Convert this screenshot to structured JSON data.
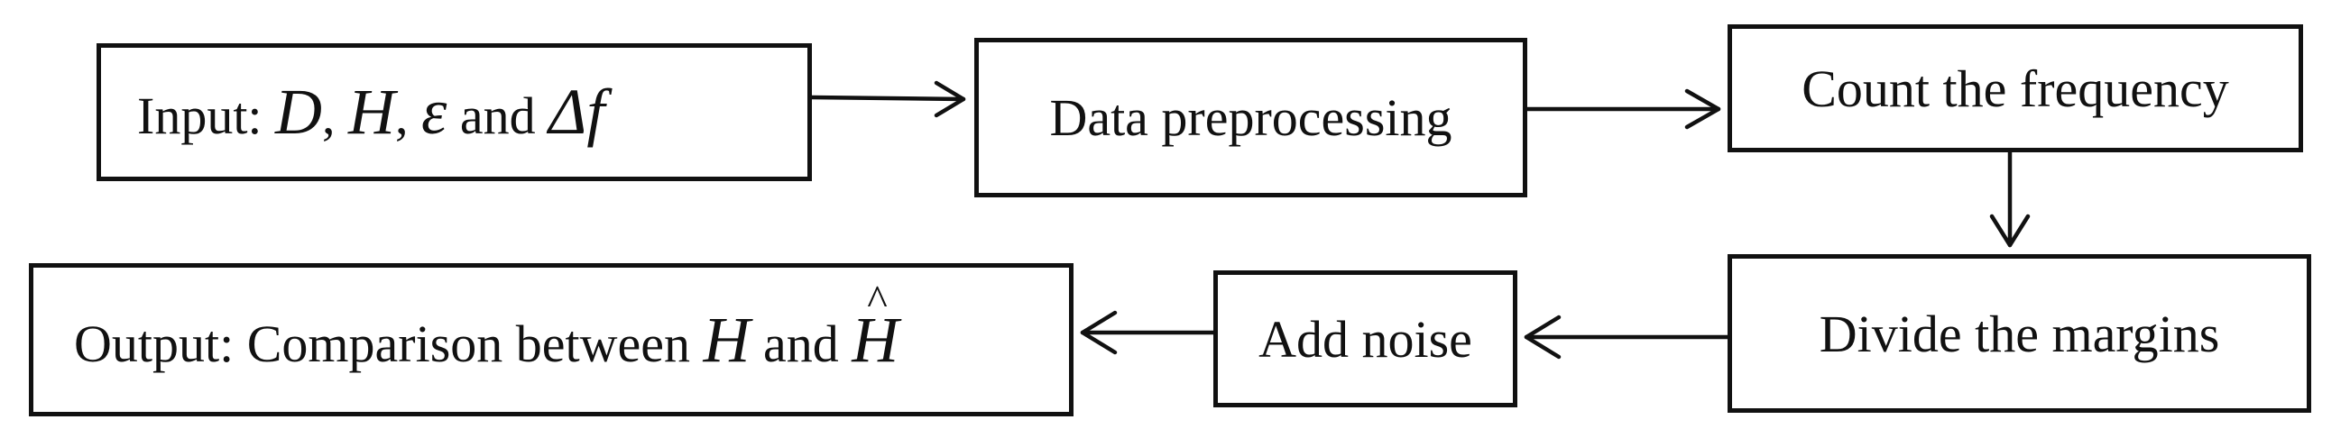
{
  "nodes": {
    "input": {
      "label": "Input:",
      "var1": "D",
      "sep1": ",",
      "var2": "H",
      "sep2": ",",
      "var3": "ε",
      "and": "and",
      "var4": "Δf"
    },
    "preprocessing": {
      "label": "Data preprocessing"
    },
    "count": {
      "label": "Count the frequency"
    },
    "divide": {
      "label": "Divide the margins"
    },
    "noise": {
      "label": "Add noise"
    },
    "output": {
      "label": "Output: Comparison between",
      "var1": "H",
      "and": "and",
      "var2": "H",
      "hat": "^"
    }
  }
}
